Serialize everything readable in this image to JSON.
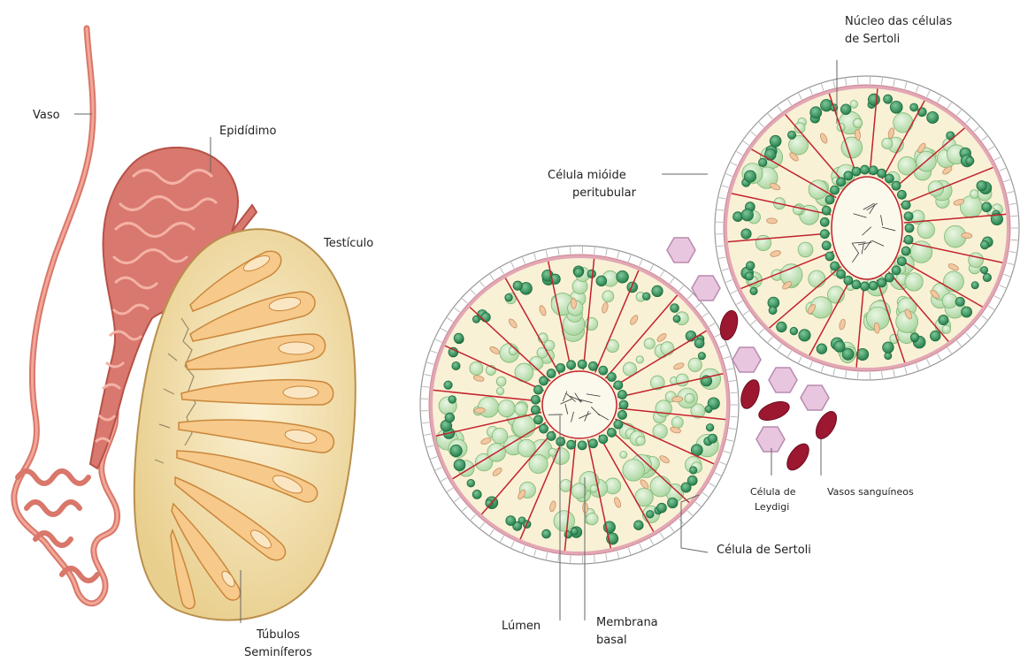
{
  "labels": {
    "vaso": "Vaso",
    "epididimo": "Epidídimo",
    "testiculo": "Testículo",
    "tubulos_1": "Túbulos",
    "tubulos_2": "Seminíferos",
    "nucleo_1": "Núcleo das células",
    "nucleo_2": "de Sertoli",
    "mioide_1": "Célula mióide",
    "mioide_2": "peritubular",
    "leydig_1": "Célula de",
    "leydig_2": "Leydigi",
    "vasos": "Vasos sanguíneos",
    "sertoli": "Célula de Sertoli",
    "lumen": "Lúmen",
    "membrana_1": "Membrana",
    "membrana_2": "basal"
  },
  "colors": {
    "vessel": "#e08a7a",
    "vessel_dark": "#c05a50",
    "epididymis": "#d9786e",
    "testis_fill": "#f3dfa8",
    "tubule": "#e8a858",
    "tubule_light": "#f7c98a",
    "tubule_bg": "#f9f1d6",
    "membrane": "#e3a7b4",
    "sertoli_line": "#c2222c",
    "cell_light": "#bfe0b4",
    "cell_dark": "#2f8a55",
    "leydig": "#e8c6e0",
    "rbc": "#9c1730"
  }
}
